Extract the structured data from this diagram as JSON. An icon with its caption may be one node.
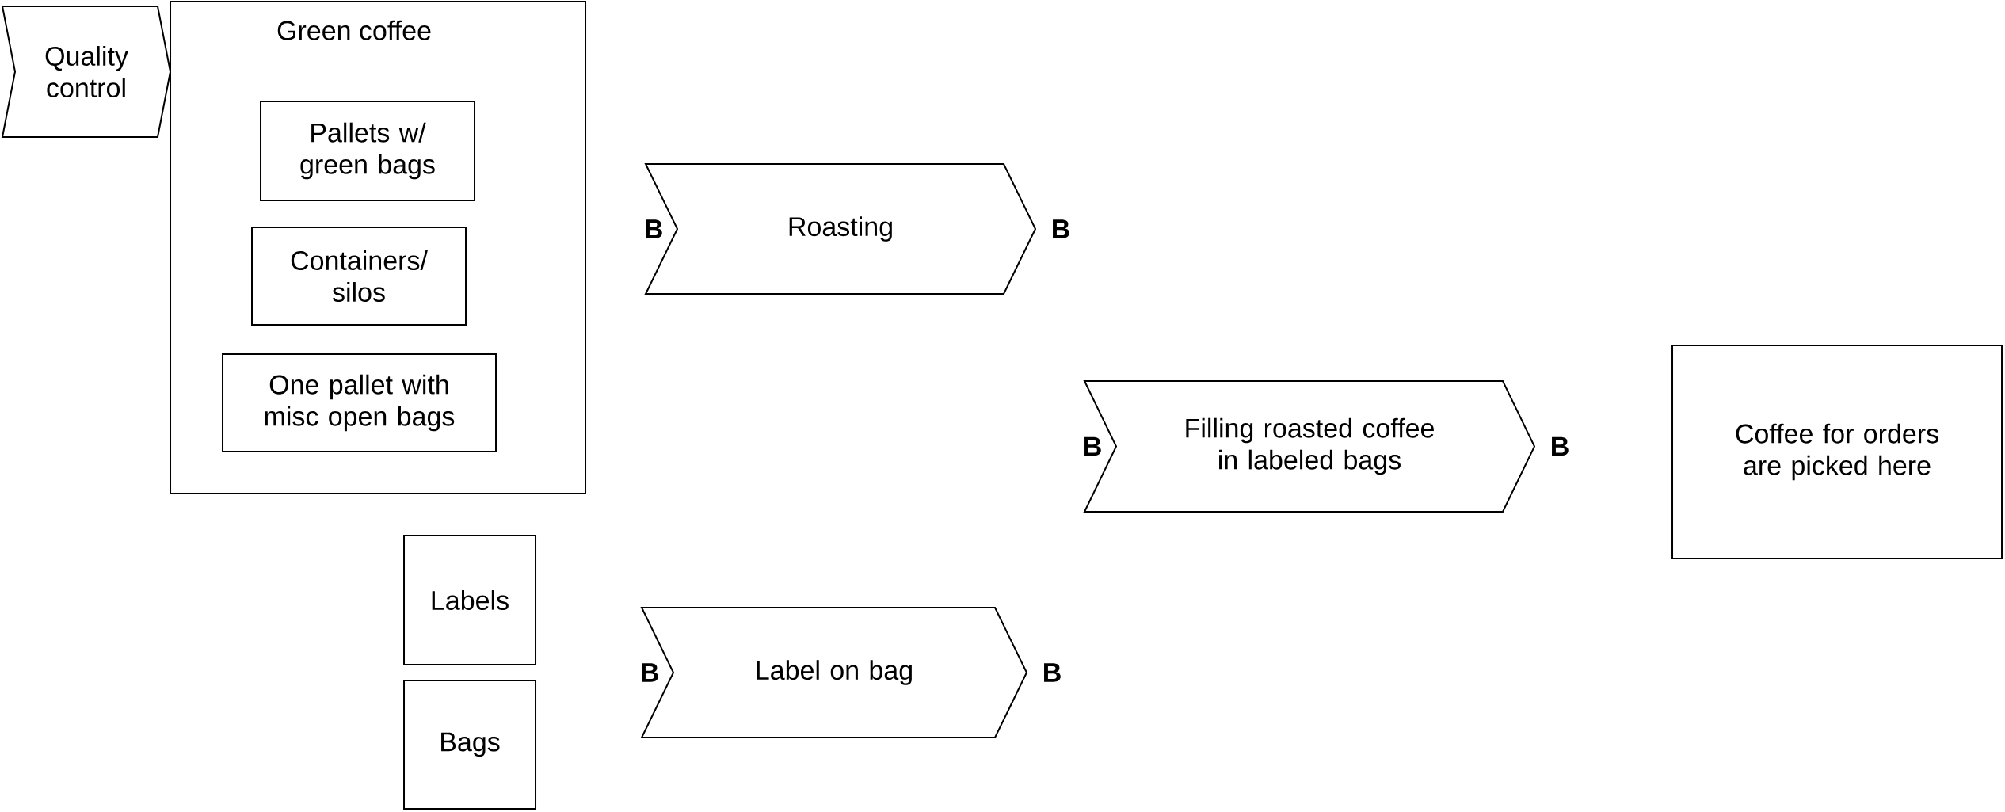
{
  "diagram": {
    "nodes": [
      {
        "text": [
          "Quality control"
        ]
      },
      {
        "text": [
          "Green coffee"
        ]
      },
      {
        "text": [
          "Pallets w/ green bags"
        ],
        "in": 1
      },
      {
        "text": [
          "Containers/ silos"
        ],
        "in": 1
      },
      {
        "text": [
          "One pallet with misc open bags"
        ],
        "in": 1
      },
      {
        "text": [
          "Roasting"
        ],
        "beside": [
          "B",
          "B"
        ]
      },
      {
        "text": [
          "Filling roasted coffee in labeled bags"
        ],
        "beside": [
          "B",
          "B"
        ]
      },
      {
        "text": [
          "Coffee for orders are picked here"
        ]
      },
      {
        "text": [
          "Labels"
        ]
      },
      {
        "text": [
          "Label on bag"
        ],
        "beside": [
          "B",
          "B"
        ]
      },
      {
        "text": [
          "Bags"
        ]
      }
    ]
  }
}
